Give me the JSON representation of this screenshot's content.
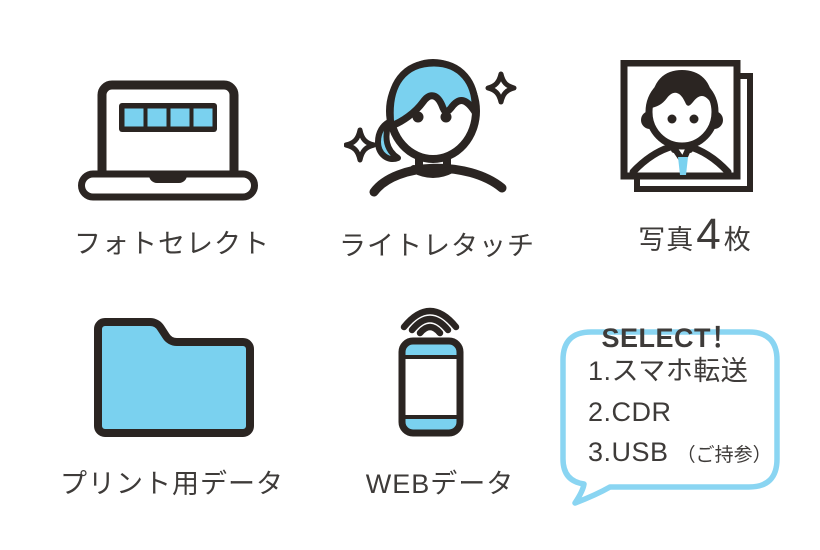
{
  "colors": {
    "blue": "#7AD1EF",
    "outline": "#2B2522",
    "text": "#3E3B39",
    "bubble_border": "#8AD5F2"
  },
  "items": {
    "photo_select": {
      "label": "フォトセレクト",
      "icon": "laptop-photo-thumbnails-icon"
    },
    "light_retouch": {
      "label": "ライトレタッチ",
      "icon": "person-sparkles-icon"
    },
    "photo_count": {
      "prefix": "写真",
      "count": "4",
      "suffix": "枚",
      "icon": "photo-stack-icon"
    },
    "print_data": {
      "label": "プリント用データ",
      "icon": "folder-icon"
    },
    "web_data": {
      "label": "WEBデータ",
      "icon": "smartphone-wifi-icon"
    },
    "delivery_select": {
      "title": "SELECT！",
      "options": [
        "1.スマホ転送",
        "2.CDR",
        "3.USB"
      ],
      "option_note": "（ご持参）"
    }
  }
}
